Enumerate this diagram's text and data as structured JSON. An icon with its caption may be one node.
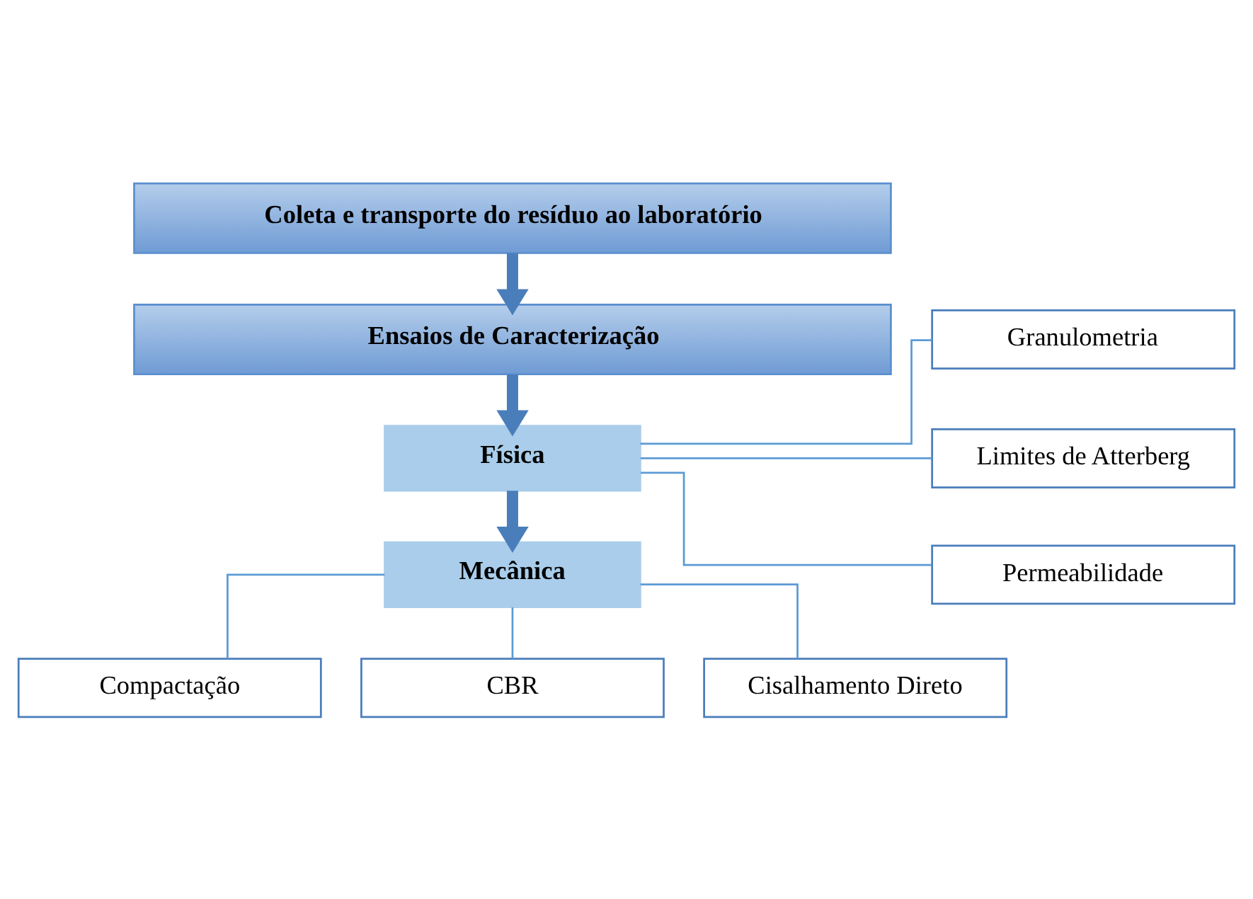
{
  "diagram": {
    "nodes": [
      {
        "text": [
          "Coleta e transporte do resíduo ao laboratório"
        ]
      },
      {
        "text": [
          "Ensaios de Caracterização"
        ]
      },
      {
        "text": [
          "Granulometria"
        ]
      },
      {
        "text": [
          "Limites de Atterberg"
        ]
      },
      {
        "text": [
          "Física"
        ]
      },
      {
        "text": [
          "Permeabilidade"
        ]
      },
      {
        "text": [
          "Mecânica"
        ]
      },
      {
        "text": [
          "Compactação"
        ]
      },
      {
        "text": [
          "CBR"
        ]
      },
      {
        "text": [
          "Cisalhamento Direto"
        ]
      }
    ],
    "edges": [
      {
        "from": 0,
        "to": 1,
        "arrow": "to",
        "style": "thick",
        "color": "#4a7ebb"
      },
      {
        "from": 1,
        "to": 4,
        "arrow": "to",
        "style": "thick",
        "color": "#4a7ebb"
      },
      {
        "from": 4,
        "to": 2,
        "arrow": "none"
      },
      {
        "from": 4,
        "to": 3,
        "arrow": "none"
      },
      {
        "from": 4,
        "to": 5,
        "arrow": "none"
      },
      {
        "from": 4,
        "to": 6,
        "arrow": "to",
        "style": "thick",
        "color": "#4a7ebb"
      },
      {
        "from": 6,
        "to": 7,
        "arrow": "none"
      },
      {
        "from": 6,
        "to": 8,
        "arrow": "none"
      },
      {
        "from": 6,
        "to": 9,
        "arrow": "none"
      }
    ]
  }
}
